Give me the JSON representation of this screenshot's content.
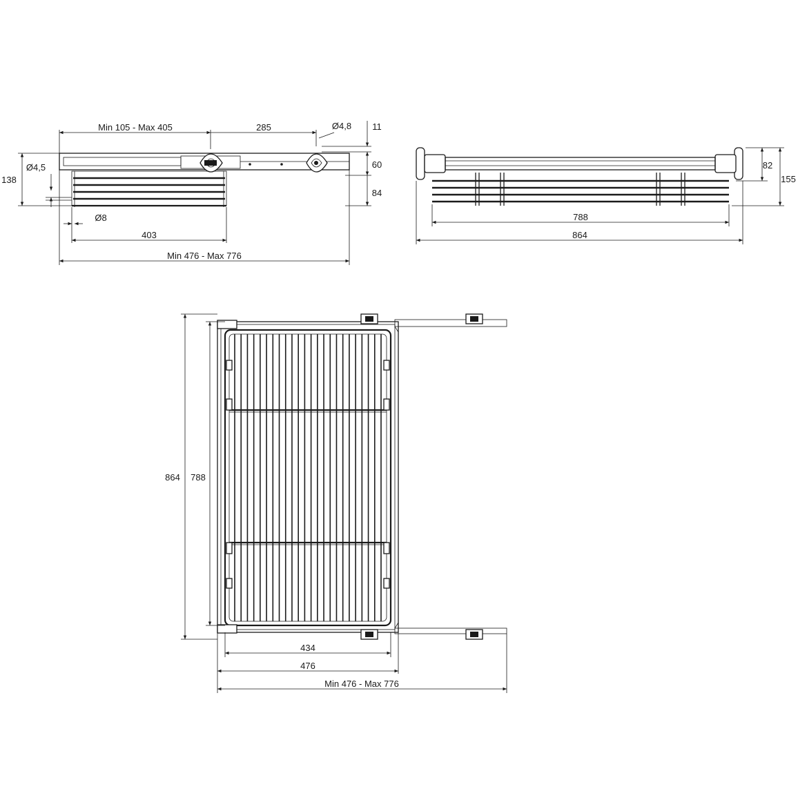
{
  "side_view": {
    "dims": {
      "top_span": "Min 105 - Max 405",
      "top_285": "285",
      "hole_48": "Ø4,8",
      "right_11": "11",
      "right_60": "60",
      "right_84": "84",
      "left_138": "138",
      "left_hole": "Ø4,5",
      "bottom_hole": "Ø8",
      "bottom_403": "403",
      "bottom_span": "Min 476 - Max 776"
    }
  },
  "front_view": {
    "dims": {
      "inner_width": "788",
      "outer_width": "864",
      "height_82": "82",
      "height_155": "155"
    }
  },
  "top_view": {
    "dims": {
      "outer_depth": "864",
      "inner_depth": "788",
      "inner_width": "434",
      "outer_width": "476",
      "extension_span": "Min 476 - Max 776"
    }
  }
}
